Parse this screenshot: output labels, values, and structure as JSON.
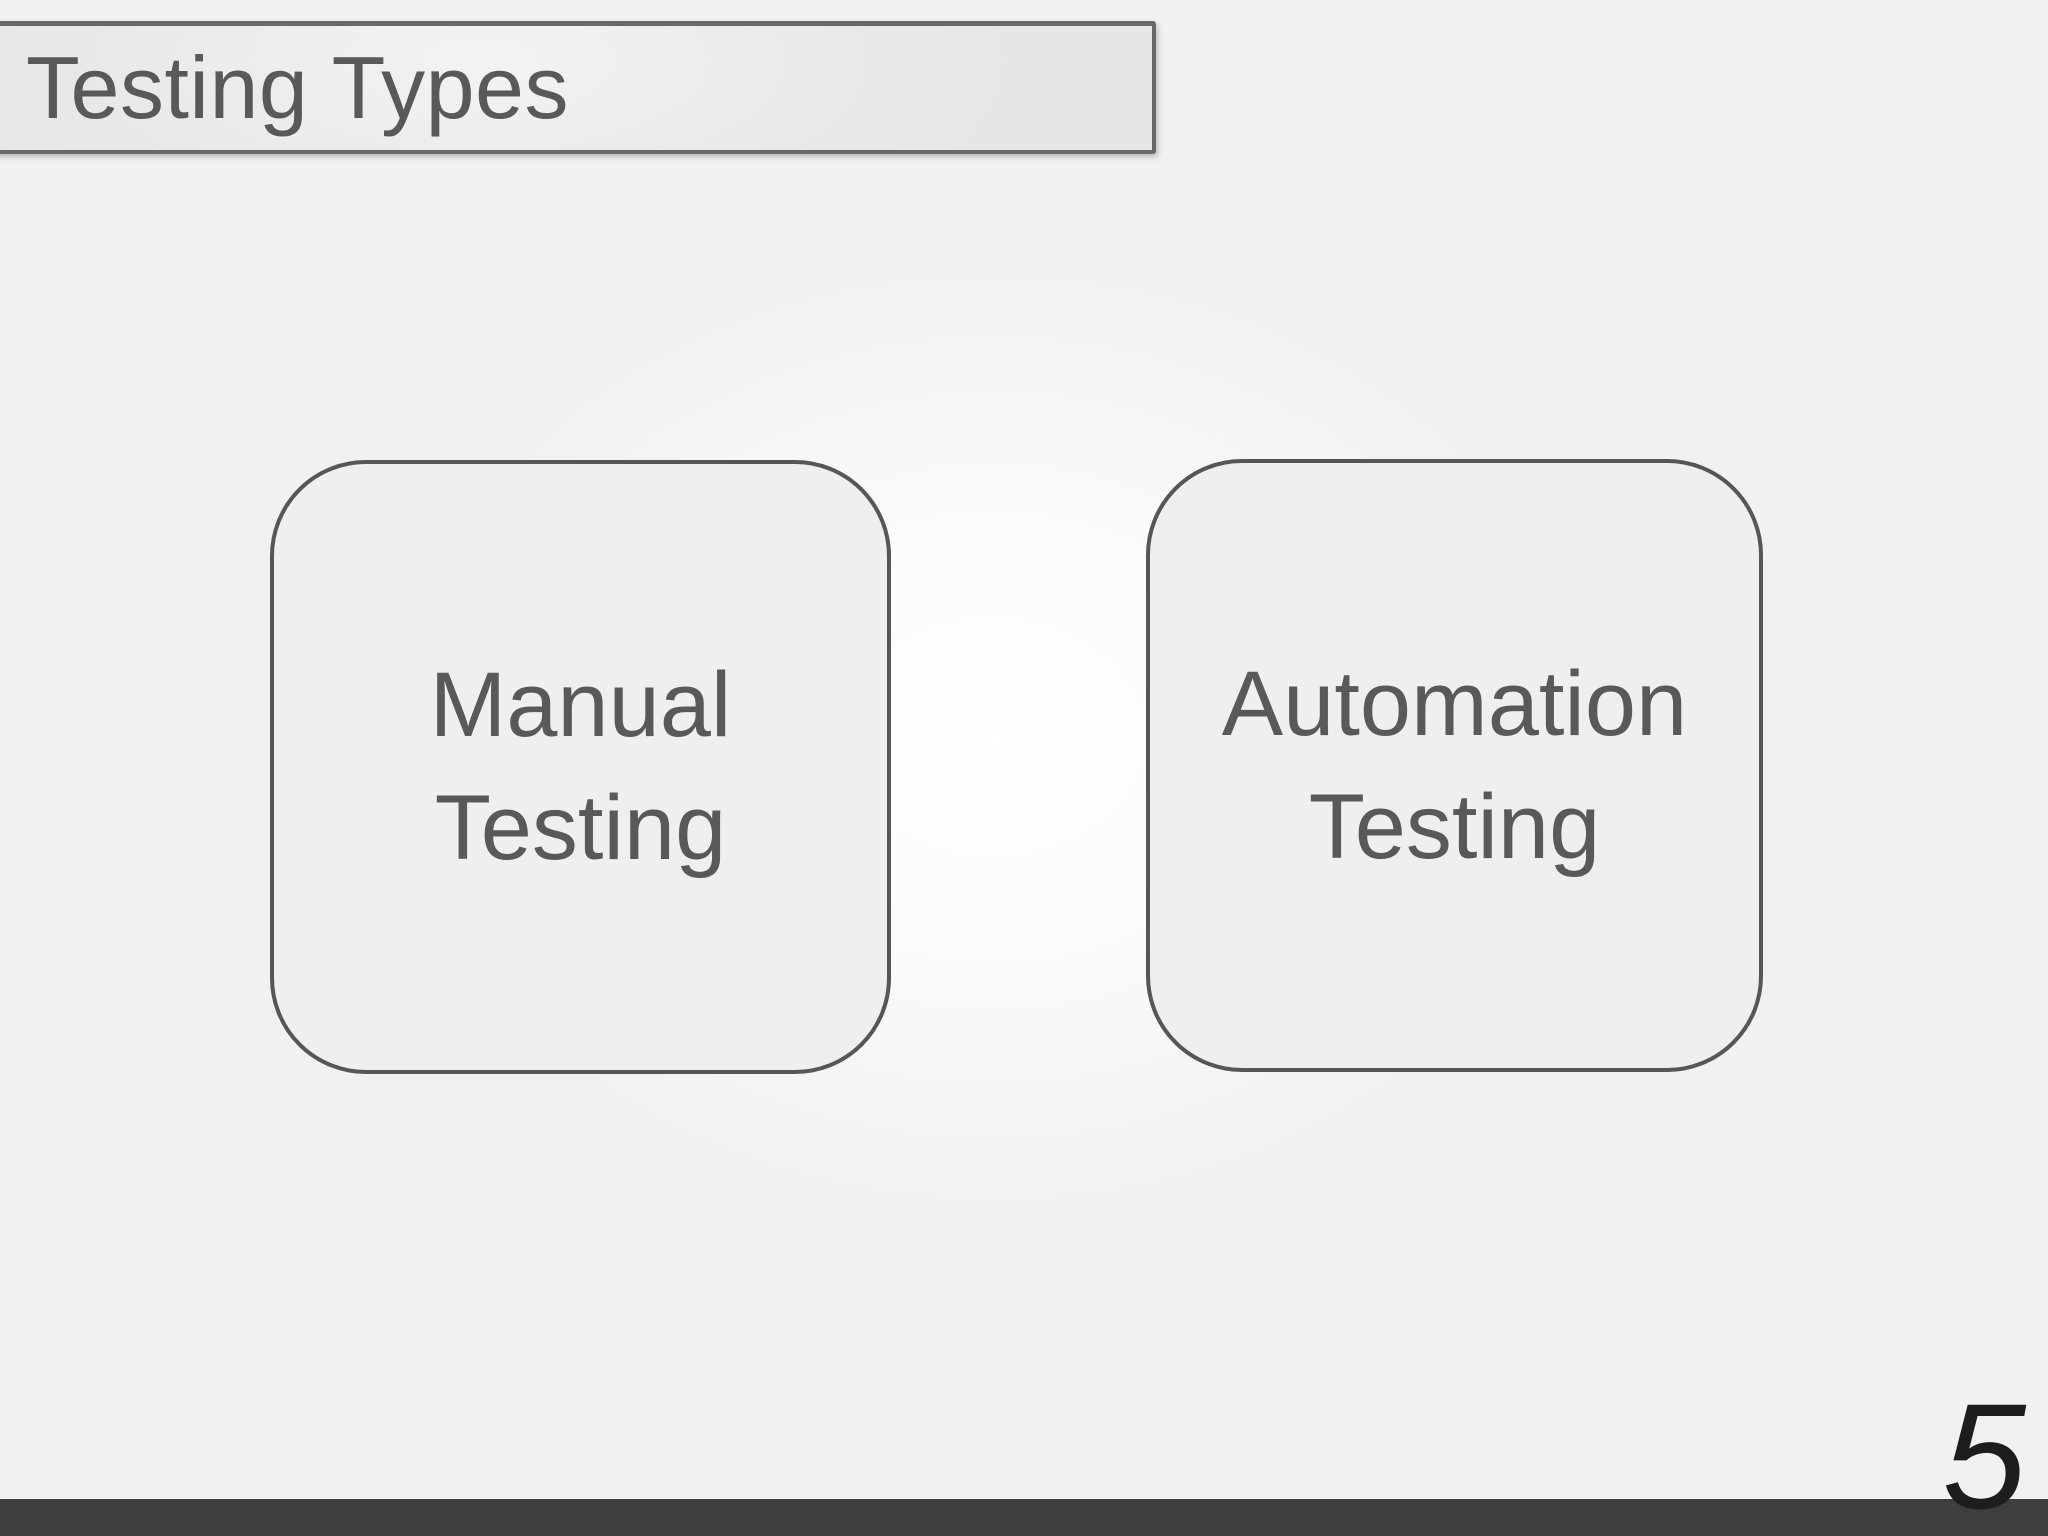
{
  "slide": {
    "title": "Testing Types",
    "page_number": "5",
    "boxes": [
      {
        "id": "manual-testing",
        "lines": [
          "Manual",
          "Testing"
        ]
      },
      {
        "id": "automation-testing",
        "lines": [
          "Automation",
          "Testing"
        ]
      }
    ]
  },
  "colors": {
    "background": "#f1f1f1",
    "glow_center": "#ffffff",
    "shape_fill": "#efefef",
    "shape_border": "#565656",
    "shape_text": "#595959",
    "title_fill": "#e9e9e9",
    "title_border": "#686868",
    "title_text": "#595959",
    "footer_bar": "#3e3e3e",
    "page_number_color": "#1d1d1d"
  }
}
